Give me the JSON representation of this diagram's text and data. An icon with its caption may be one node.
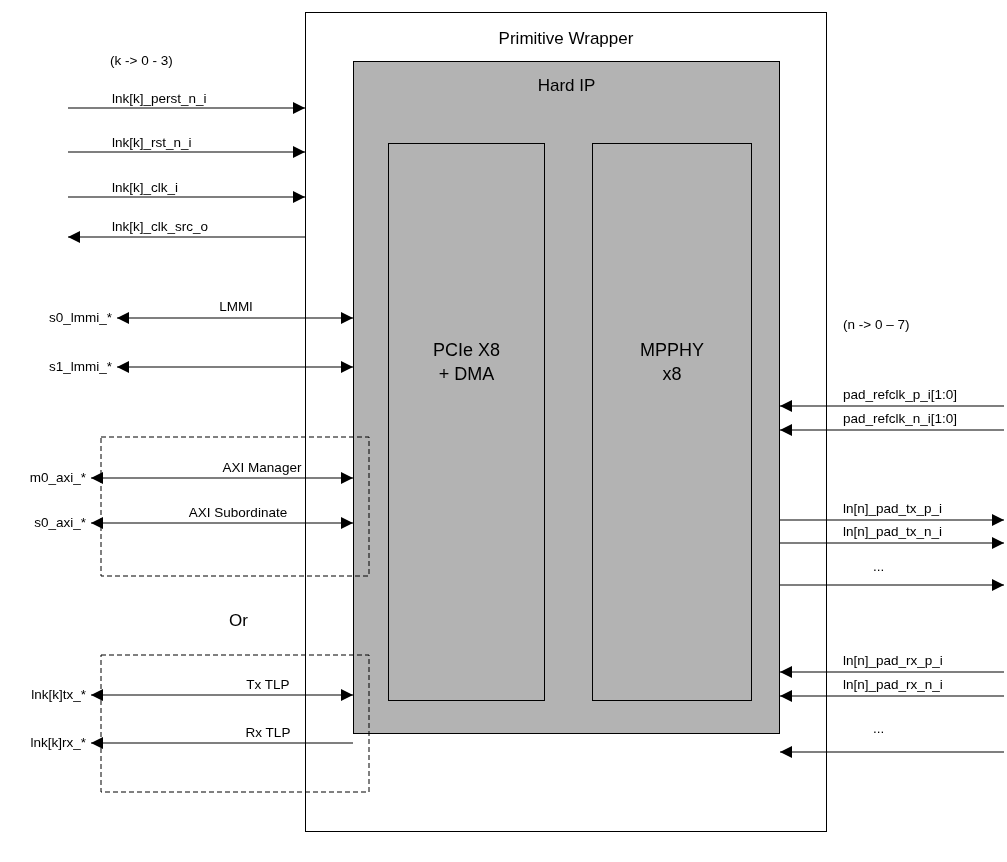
{
  "diagram": {
    "nodes": [
      {
        "text": [
          "Primitive Wrapper"
        ]
      },
      {
        "text": [
          "Hard IP"
        ],
        "in": 0
      },
      {
        "text": [
          "PCIe X8 + DMA"
        ],
        "in": 1
      },
      {
        "text": [
          "MPPHY x8"
        ],
        "in": 1
      },
      {
        "text": [
          "s0_lmmi_*"
        ]
      },
      {
        "text": [
          "s1_lmmi_*"
        ]
      },
      {
        "text": [
          "m0_axi_*"
        ]
      },
      {
        "text": [
          "s0_axi_*"
        ]
      },
      {
        "text": [
          "lnk[k]tx_*"
        ]
      },
      {
        "text": [
          "lnk[k]rx_*"
        ]
      }
    ],
    "edges": [
      {
        "from": null,
        "to": 0,
        "arrow": "to",
        "label": "lnk[k]_perst_n_i"
      },
      {
        "from": null,
        "to": 0,
        "arrow": "to",
        "label": "lnk[k]_rst_n_i"
      },
      {
        "from": null,
        "to": 0,
        "arrow": "to",
        "label": "lnk[k]_clk_i"
      },
      {
        "from": 0,
        "to": null,
        "arrow": "to",
        "label": "lnk[k]_clk_src_o"
      },
      {
        "from": 4,
        "to": 1,
        "arrow": "both",
        "label": "LMMI"
      },
      {
        "from": 5,
        "to": 1,
        "arrow": "both"
      },
      {
        "from": 6,
        "to": 1,
        "arrow": "both",
        "label": "AXI Manager"
      },
      {
        "from": 7,
        "to": 1,
        "arrow": "both",
        "label": "AXI Subordinate"
      },
      {
        "from": 8,
        "to": 1,
        "arrow": "both",
        "label": "Tx TLP"
      },
      {
        "from": 1,
        "to": 9,
        "arrow": "to",
        "label": "Rx TLP"
      },
      {
        "from": null,
        "to": 1,
        "arrow": "to",
        "label": "pad_refclk_p_i[1:0]"
      },
      {
        "from": null,
        "to": 1,
        "arrow": "to",
        "label": "pad_refclk_n_i[1:0]"
      },
      {
        "from": 1,
        "to": null,
        "arrow": "to",
        "label": "ln[n]_pad_tx_p_i"
      },
      {
        "from": 1,
        "to": null,
        "arrow": "to",
        "label": "ln[n]_pad_tx_n_i"
      },
      {
        "from": 1,
        "to": null,
        "arrow": "to",
        "label": "..."
      },
      {
        "from": null,
        "to": 1,
        "arrow": "to",
        "label": "ln[n]_pad_rx_p_i"
      },
      {
        "from": null,
        "to": 1,
        "arrow": "to",
        "label": "ln[n]_pad_rx_n_i"
      },
      {
        "from": null,
        "to": 1,
        "arrow": "to",
        "label": "..."
      }
    ],
    "labels": [
      "(k -> 0 - 3)",
      "Or",
      "(n -> 0 – 7)"
    ]
  }
}
